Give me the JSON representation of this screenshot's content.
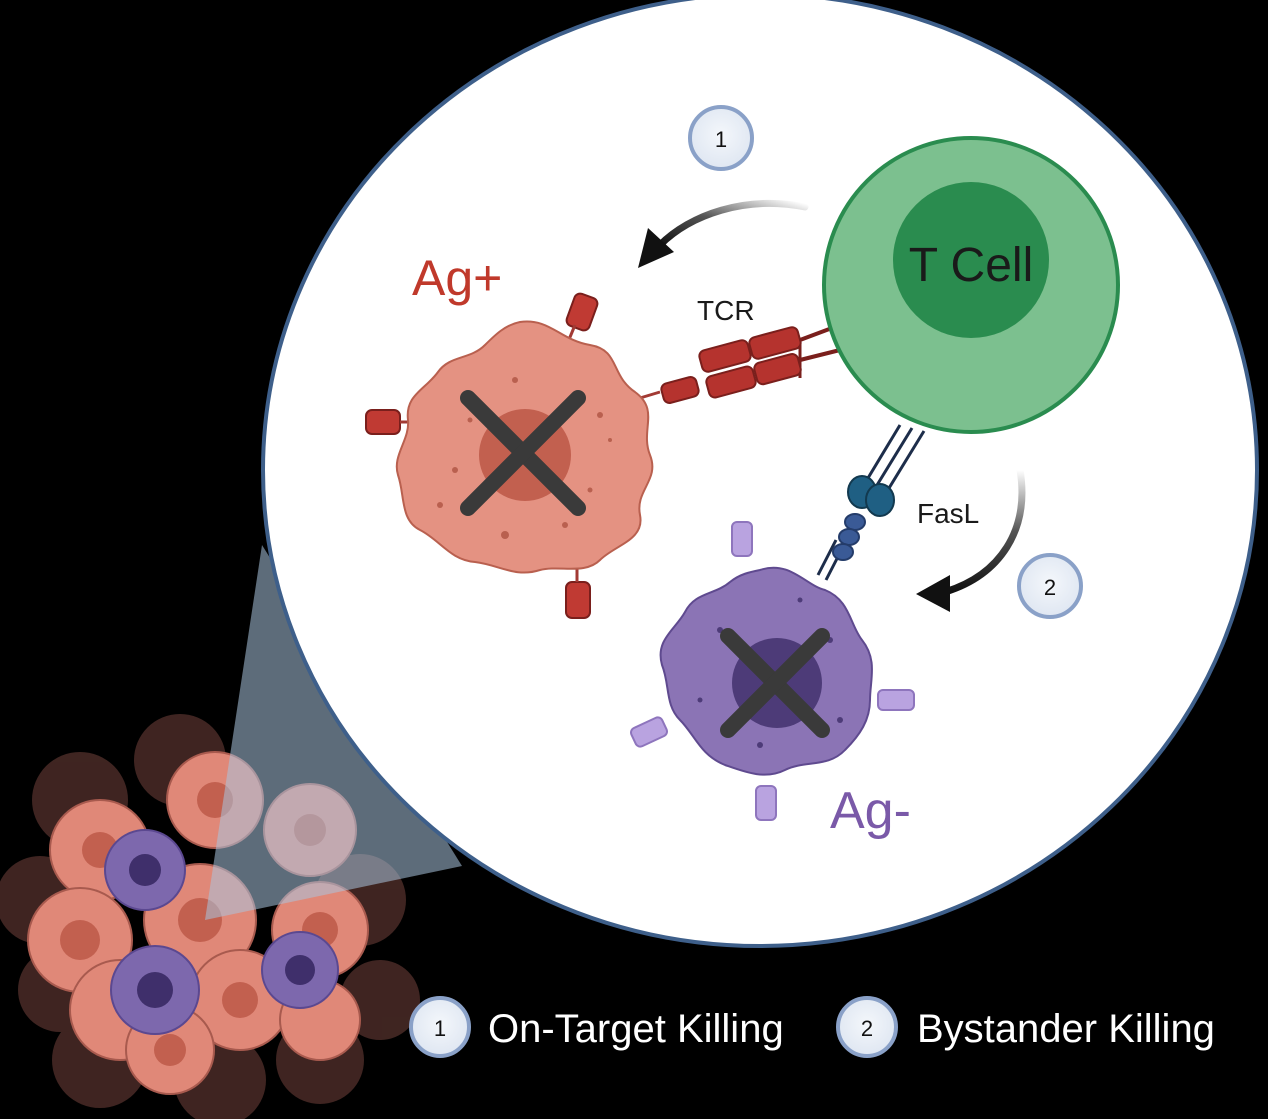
{
  "labels": {
    "t_cell": "T Cell",
    "ag_pos": "Ag+",
    "ag_neg": "Ag-",
    "tcr": "TCR",
    "fasl": "FasL"
  },
  "steps": [
    {
      "number": "1",
      "text": "On-Target Killing"
    },
    {
      "number": "2",
      "text": "Bystander Killing"
    }
  ],
  "colors": {
    "background": "#000000",
    "zoom_circle": "#ffffff",
    "zoom_circle_border": "#3e5f8a",
    "t_cell_outer": "#7cc08f",
    "t_cell_inner": "#2a8c4f",
    "ag_pos_cell": "#e49282",
    "ag_pos_text": "#c0392b",
    "ag_neg_cell": "#8b74b5",
    "ag_neg_text": "#7a59a8",
    "tcr": "#b5332e",
    "fasl": "#1d5a7a",
    "kill_mark": "#3a3a3a",
    "badge_fill": "#e9eef6",
    "badge_ring": "#8aa1c8"
  },
  "icons": [
    "tumor-cluster",
    "zoom-cone",
    "t-cell",
    "ag-positive-tumor-cell",
    "ag-negative-tumor-cell",
    "tcr-receptor",
    "fasl-ligand",
    "kill-x-icon",
    "curved-arrow-icon"
  ]
}
